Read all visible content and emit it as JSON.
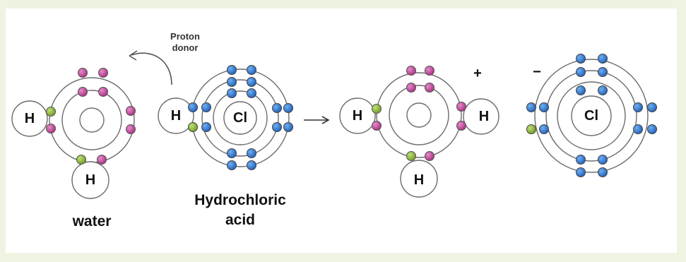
{
  "labels": {
    "proton_donor_line1": "Proton",
    "proton_donor_line2": "donor",
    "water": "water",
    "acid_line1": "Hydrochloric",
    "acid_line2": "acid",
    "h": "H",
    "cl": "Cl",
    "plus": "+",
    "minus": "−"
  },
  "colors": {
    "oxygen_electron": "#c2459a",
    "hydrogen_electron": "#86b833",
    "chlorine_electron": "#2a73cc",
    "background": "#eef3e2"
  }
}
